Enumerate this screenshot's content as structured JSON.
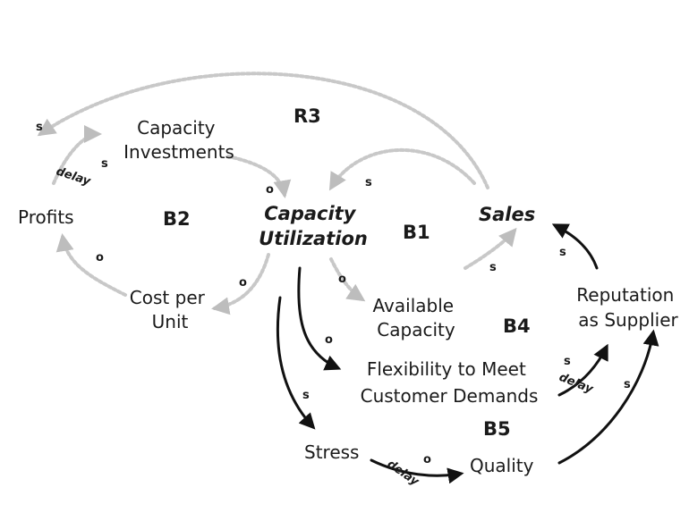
{
  "nodes": {
    "capacity_investments": [
      "Capacity",
      "Investments"
    ],
    "profits": "Profits",
    "capacity_utilization": [
      "Capacity",
      "Utilization"
    ],
    "sales": "Sales",
    "cost_per_unit": [
      "Cost per",
      "Unit"
    ],
    "available_capacity": [
      "Available",
      "Capacity"
    ],
    "reputation": [
      "Reputation",
      "as Supplier"
    ],
    "flexibility": [
      "Flexibility to Meet",
      "Customer Demands"
    ],
    "stress": "Stress",
    "quality": "Quality"
  },
  "loops": {
    "r3": "R3",
    "b2": "B2",
    "b1": "B1",
    "b4": "B4",
    "b5": "B5"
  },
  "polarity": {
    "s": "s",
    "o": "o"
  },
  "delay_label": "delay",
  "colors": {
    "ink": "#111111",
    "faint_link": "#c8c8c8"
  }
}
